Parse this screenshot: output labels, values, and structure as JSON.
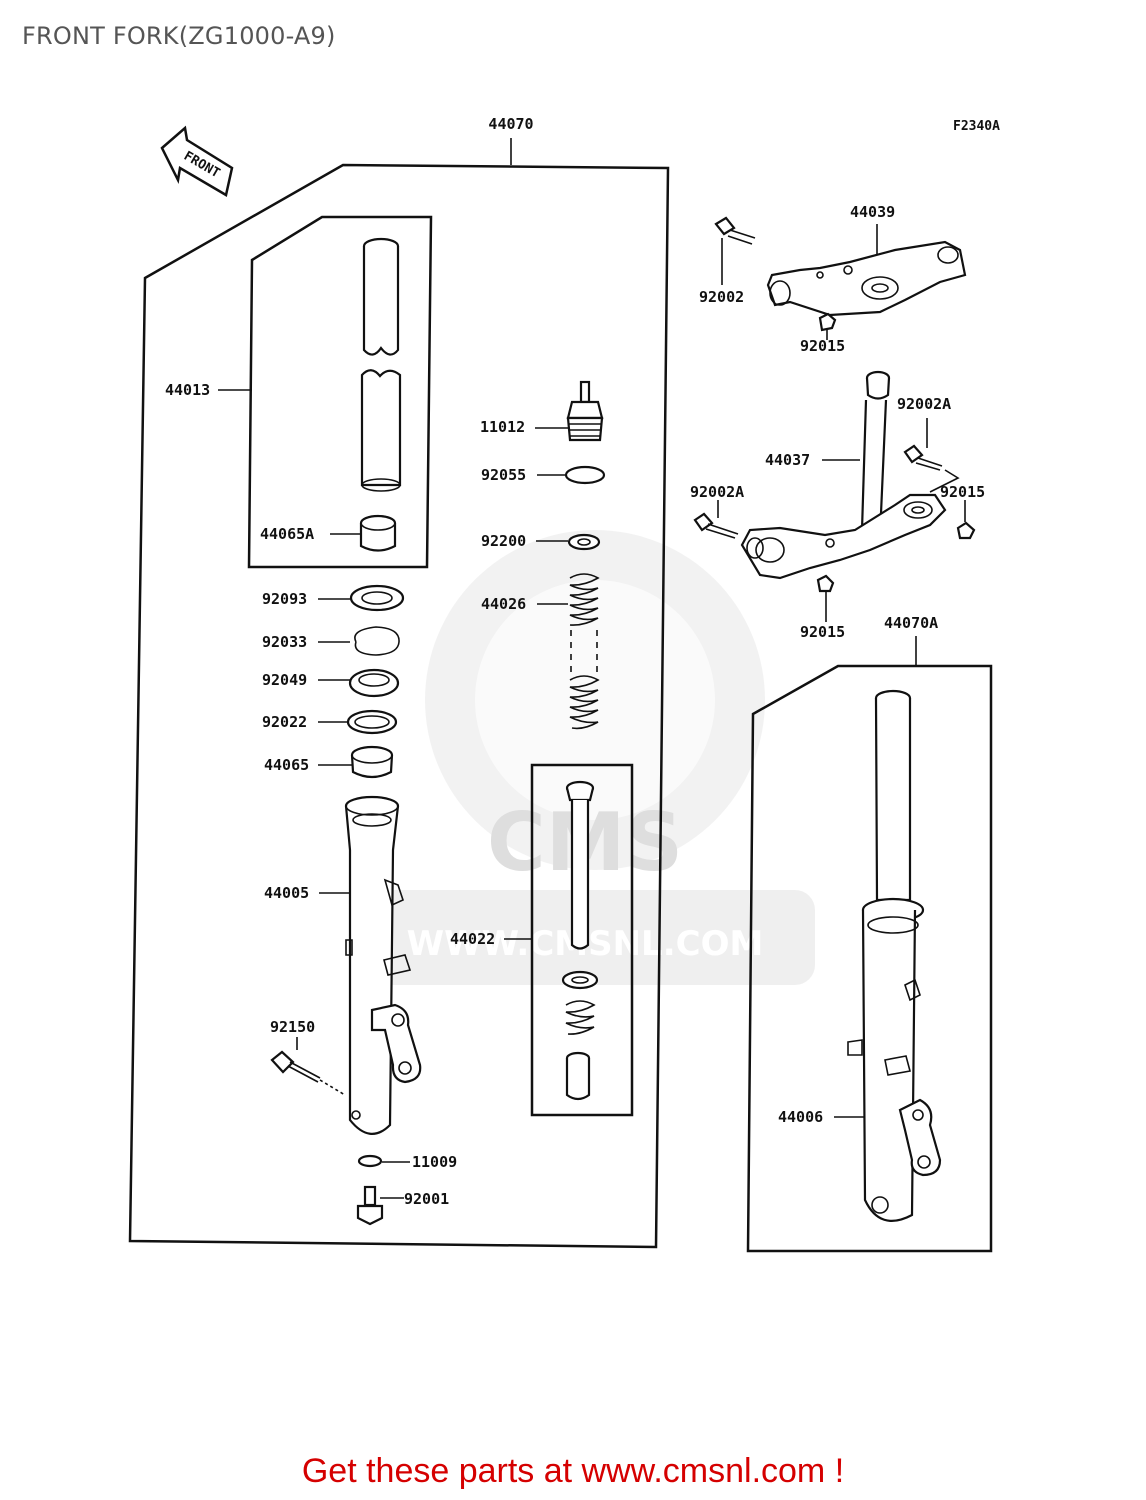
{
  "title": "FRONT FORK(ZG1000-A9)",
  "figure_code": "F2340A",
  "front_marker": "FRONT",
  "labels": {
    "p44070": "44070",
    "p44070A": "44070A",
    "p44013": "44013",
    "p44065A": "44065A",
    "p92093": "92093",
    "p92033": "92033",
    "p92049": "92049",
    "p92022": "92022",
    "p44065": "44065",
    "p44005": "44005",
    "p92150": "92150",
    "p11009": "11009",
    "p92001": "92001",
    "p11012": "11012",
    "p92055": "92055",
    "p92200": "92200",
    "p44026": "44026",
    "p44022": "44022",
    "p44039": "44039",
    "p92002": "92002",
    "p92015_top": "92015",
    "p92002A_right": "92002A",
    "p44037": "44037",
    "p92002A_left": "92002A",
    "p92015_right": "92015",
    "p92015_bottom": "92015",
    "p44006": "44006"
  },
  "watermark": {
    "brand": "CMS",
    "url": "WWW.CMSNL.COM"
  },
  "footer": "Get these parts at www.cmsnl.com !"
}
